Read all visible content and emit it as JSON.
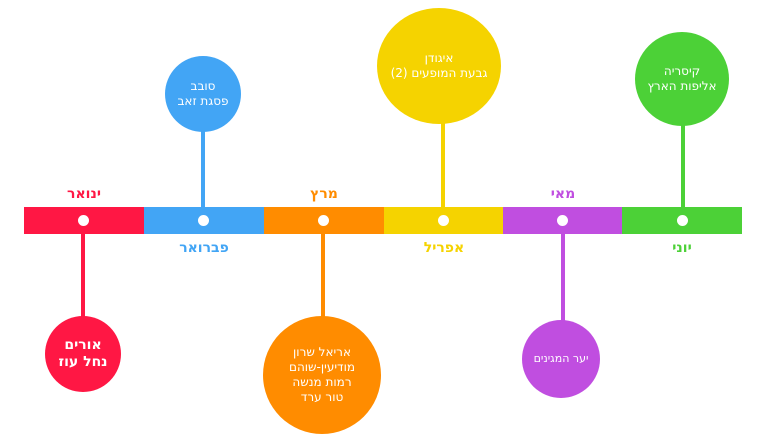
{
  "colors": {
    "january": "#ff1744",
    "february": "#42a5f5",
    "march": "#ff8c00",
    "april": "#f5d300",
    "may": "#c04ee0",
    "june": "#4cd137"
  },
  "months": {
    "january": "ינואר",
    "february": "פברואר",
    "march": "מרץ",
    "april": "אפריל",
    "may": "מאי",
    "june": "יוני"
  },
  "events": {
    "january": {
      "lines": [
        "אורים",
        "נחל עוז"
      ]
    },
    "february": {
      "lines": [
        "סובב",
        "פסגת זאב"
      ]
    },
    "march": {
      "lines": [
        "אריאל שרון",
        "מודיעין-שוהם",
        "רמות מנשה",
        "טור ערד"
      ]
    },
    "april": {
      "lines": [
        "איגודן",
        "גבעת המופעים (2)"
      ]
    },
    "may": {
      "lines": [
        "יער המגינים"
      ]
    },
    "june": {
      "lines": [
        "קיסריה",
        "אליפות הארץ"
      ]
    }
  }
}
